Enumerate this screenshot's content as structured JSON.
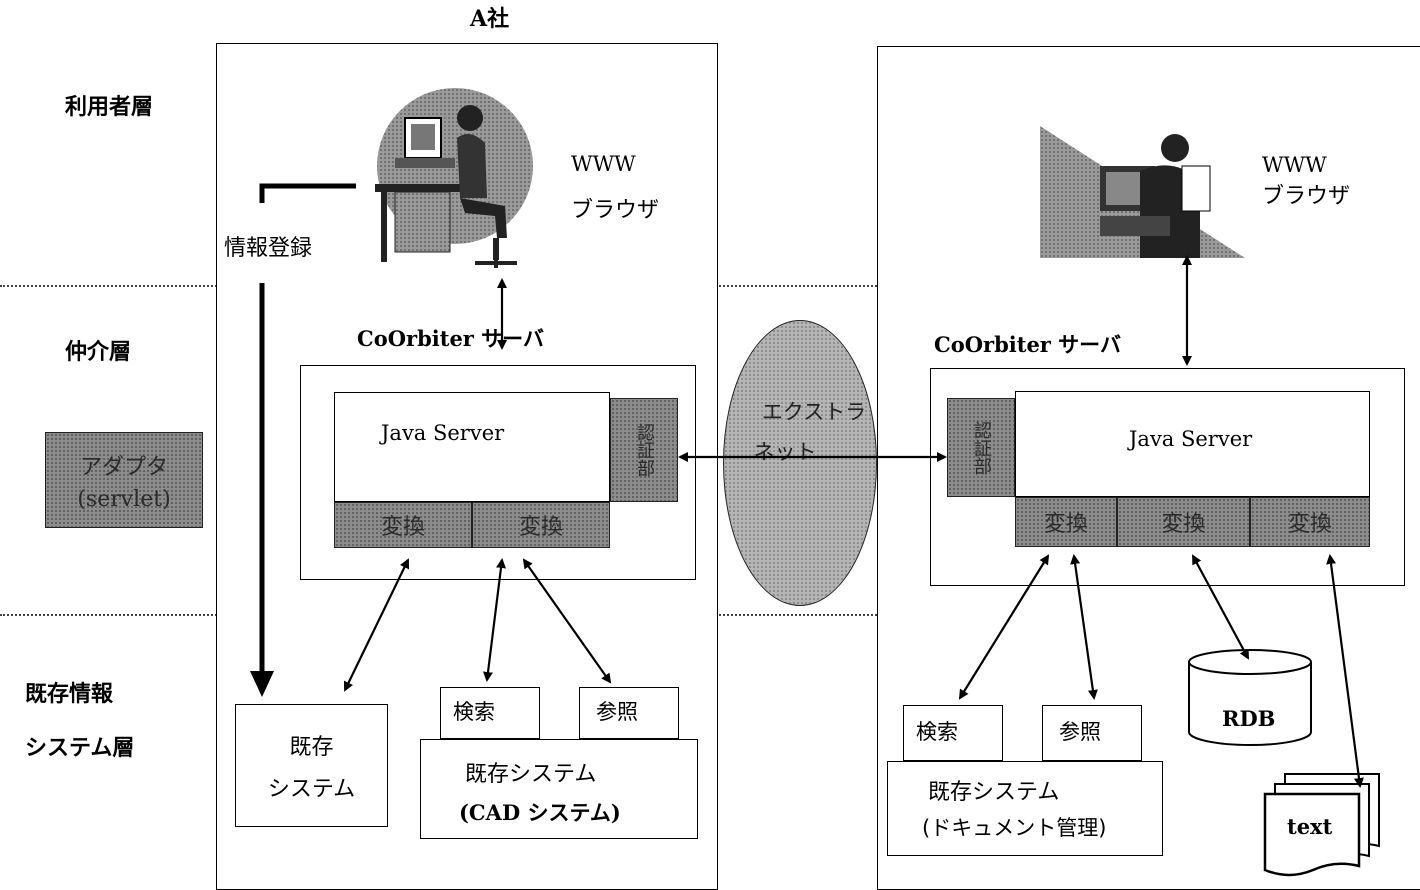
{
  "layers": {
    "user": "利用者層",
    "mediation": "仲介層",
    "existing_line1": "既存情報",
    "existing_line2": "システム層"
  },
  "legend": {
    "adapter_line1": "アダプタ",
    "adapter_line2": "(servlet)"
  },
  "company_a": {
    "title": "A社",
    "browser_line1": "WWW",
    "browser_line2": "ブラウザ",
    "info_registration": "情報登録",
    "server_title": "CoOrbiter サーバ",
    "java_server": "Java Server",
    "auth": "認証部",
    "convert1": "変換",
    "convert2": "変換",
    "legacy_line1": "既存",
    "legacy_line2": "システム",
    "search": "検索",
    "reference": "参照",
    "cad_line1": "既存システム",
    "cad_line2": "(CAD システム)"
  },
  "extranet": {
    "line1": "エクストラ",
    "line2": "ネット"
  },
  "company_b": {
    "title": "B社",
    "browser_line1": "WWW",
    "browser_line2": "ブラウザ",
    "server_title": "CoOrbiter サーバ",
    "java_server": "Java Server",
    "auth": "認証部",
    "convert1": "変換",
    "convert2": "変換",
    "convert3": "変換",
    "search": "検索",
    "reference": "参照",
    "doc_line1": "既存システム",
    "doc_line2": "(ドキュメント管理)",
    "rdb": "RDB",
    "text": "text"
  }
}
